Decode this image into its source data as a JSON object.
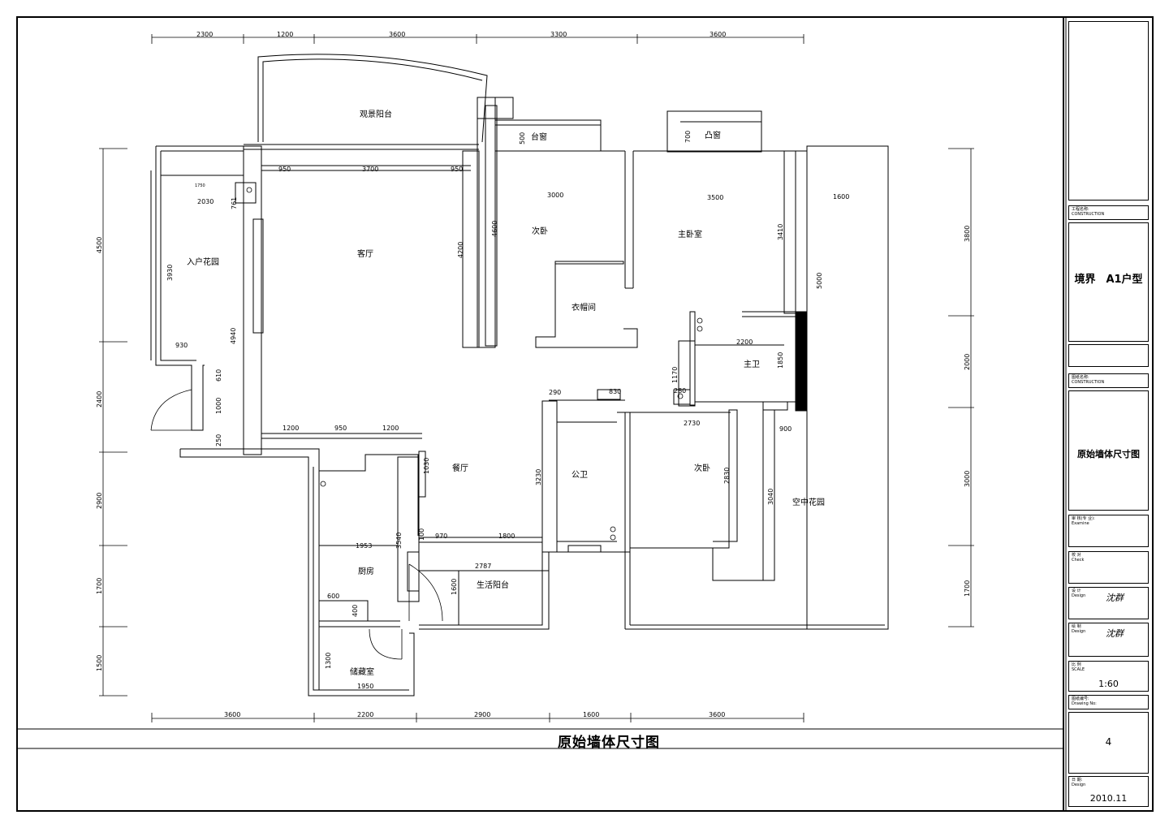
{
  "sheet_title": "原始墙体尺寸图",
  "title_block": {
    "project_name_label": "工程名称:\nCONSTRUCTION",
    "project_name": "境界　A1户型",
    "drawing_name_label": "图纸名称:\nCONSTRUCTION",
    "drawing_name": "原始墙体尺寸图",
    "reviewer_label": "审 核(专 业):\nExamine",
    "checker_label": "校 对\nCheck",
    "designer_label": "设 计\nDesign",
    "drafter_label": "绘 制\nDesign",
    "designer_signature": "沈群",
    "drafter_signature": "沈群",
    "scale_label": "比 例\nSCALE",
    "scale": "1:60",
    "drawing_no_label": "图纸编号:\nDrawing No:",
    "drawing_no": "4",
    "date_label": "日 期:\nDesign",
    "date": "2010.11"
  },
  "rooms": {
    "view_balcony": "观景阳台",
    "bay_window_1": "台窗",
    "bay_window_2": "凸窗",
    "entry_garden": "入户花园",
    "living_room": "客厅",
    "second_bedroom_1": "次卧",
    "master_bedroom": "主卧室",
    "walk_in_closet": "衣帽间",
    "master_bath": "主卫",
    "dining_room": "餐厅",
    "public_bath": "公卫",
    "second_bedroom_2": "次卧",
    "sky_garden": "空中花园",
    "kitchen": "厨房",
    "service_balcony": "生活阳台",
    "storage_room": "储藏室"
  },
  "dimensions": {
    "top": [
      "2300",
      "1200",
      "3600",
      "3300",
      "3600"
    ],
    "bottom": [
      "3600",
      "2200",
      "2900",
      "1600",
      "3600"
    ],
    "left": [
      "4500",
      "2400",
      "2900",
      "1700",
      "1500"
    ],
    "right": [
      "3800",
      "2000",
      "3000",
      "1700"
    ],
    "interior": {
      "d950a": "950",
      "d3700": "3700",
      "d950b": "950",
      "d1750": "1750",
      "d2030": "2030",
      "d761": "761",
      "d3930": "3930",
      "d4940": "4940",
      "d930": "930",
      "d610": "610",
      "d1000": "1000",
      "d250": "250",
      "d4200": "4200",
      "d4600": "4600",
      "d500": "500",
      "d700": "700",
      "d3000": "3000",
      "d3500": "3500",
      "d1600": "1600",
      "d3410": "3410",
      "d5000": "5000",
      "d2200": "2200",
      "d1850": "1850",
      "d1170": "1170",
      "d280": "280",
      "d2730": "2730",
      "d900": "900",
      "d1200a": "1200",
      "d950c": "950",
      "d1200b": "1200",
      "d1030": "1030",
      "d290": "290",
      "d830": "830",
      "d3230": "3230",
      "d2830": "2830",
      "d3040": "3040",
      "d1953": "1953",
      "d3540": "3540",
      "d970": "970",
      "d1800": "1800",
      "d2787": "2787",
      "d1600b": "1600",
      "d600": "600",
      "d400": "400",
      "d1300": "1300",
      "d1950": "1950",
      "d100": "100"
    }
  }
}
